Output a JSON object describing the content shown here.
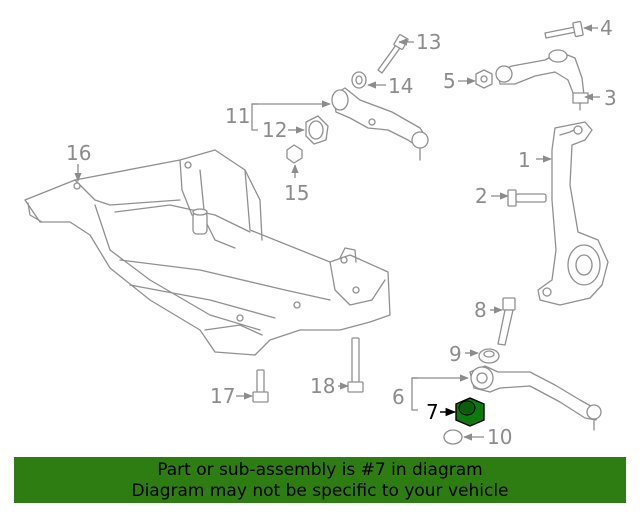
{
  "callouts": [
    {
      "id": "1",
      "label": "1"
    },
    {
      "id": "2",
      "label": "2"
    },
    {
      "id": "3",
      "label": "3"
    },
    {
      "id": "4",
      "label": "4"
    },
    {
      "id": "5",
      "label": "5"
    },
    {
      "id": "6",
      "label": "6"
    },
    {
      "id": "7",
      "label": "7"
    },
    {
      "id": "8",
      "label": "8"
    },
    {
      "id": "9",
      "label": "9"
    },
    {
      "id": "10",
      "label": "10"
    },
    {
      "id": "11",
      "label": "11"
    },
    {
      "id": "12",
      "label": "12"
    },
    {
      "id": "13",
      "label": "13"
    },
    {
      "id": "14",
      "label": "14"
    },
    {
      "id": "15",
      "label": "15"
    },
    {
      "id": "16",
      "label": "16"
    },
    {
      "id": "17",
      "label": "17"
    },
    {
      "id": "18",
      "label": "18"
    }
  ],
  "highlighted_part": "7",
  "colors": {
    "highlight": "#0c7a0c",
    "banner": "#2e7d12",
    "line": "#909090"
  },
  "banner": {
    "line1": "Part or sub-assembly is #7 in diagram",
    "line2": "Diagram may not be specific to your vehicle"
  }
}
